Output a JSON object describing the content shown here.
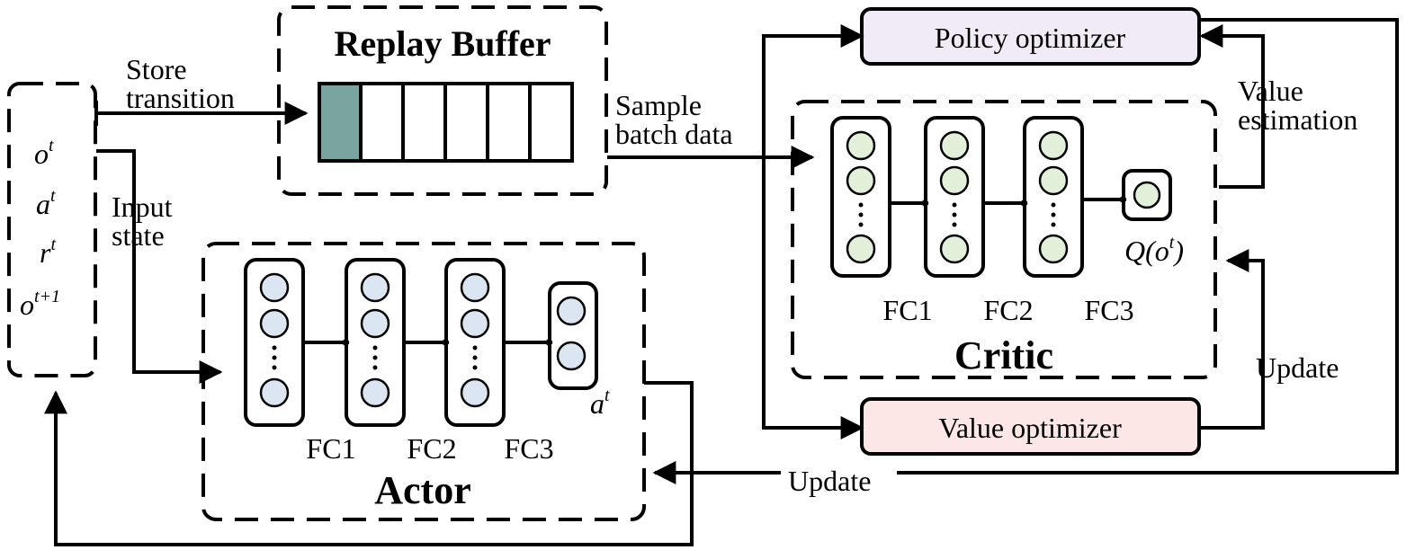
{
  "colors": {
    "buffer_filled": "#7aa49f",
    "policy_optimizer_fill": "#f0ebf6",
    "value_optimizer_fill": "#fce7e6",
    "actor_node_fill": "#dce6f2",
    "critic_node_fill": "#e2efd9"
  },
  "transition": {
    "obs": "o",
    "obs_sup": "t",
    "action": "a",
    "action_sup": "t",
    "reward": "r",
    "reward_sup": "t",
    "next_obs": "o",
    "next_obs_sup": "t+1"
  },
  "replay_buffer": {
    "title": "Replay Buffer",
    "slots": 6,
    "filled_slots": 1
  },
  "labels": {
    "store_line1": "Store",
    "store_line2": "transition",
    "sample_line1": "Sample",
    "sample_line2": "batch data",
    "input_line1": "Input",
    "input_line2": "state",
    "value_est_line1": "Value",
    "value_est_line2": "estimation",
    "update_right": "Update",
    "update_bottom": "Update"
  },
  "actor": {
    "title": "Actor",
    "fc_labels": [
      "FC1",
      "FC2",
      "FC3"
    ],
    "output": "a",
    "output_sup": "t"
  },
  "critic": {
    "title": "Critic",
    "fc_labels": [
      "FC1",
      "FC2",
      "FC3"
    ],
    "output_prefix": "Q(o",
    "output_sup": "t",
    "output_suffix": ")"
  },
  "policy_optimizer": {
    "label": "Policy optimizer"
  },
  "value_optimizer": {
    "label": "Value optimizer"
  }
}
